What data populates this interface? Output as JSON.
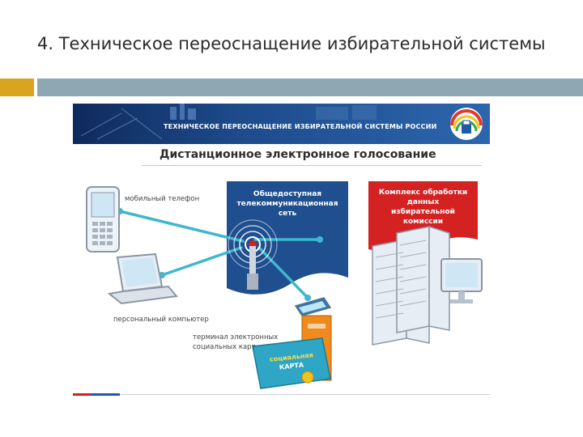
{
  "slide": {
    "title": "4. Техническое переоснащение избирательной системы"
  },
  "figure": {
    "banner_text": "ТЕХНИЧЕСКОЕ ПЕРЕОСНАЩЕНИЕ ИЗБИРАТЕЛЬНОЙ СИСТЕМЫ РОССИИ",
    "subtitle": "Дистанционное электронное голосование",
    "mobile_label": "мобильный телефон",
    "pc_label": "персональный компьютер",
    "network_label_1": "Общедоступная",
    "network_label_2": "телекоммуникационная",
    "network_label_3": "сеть",
    "commission_label_1": "Комплекс обработки",
    "commission_label_2": "данных",
    "commission_label_3": "избирательной",
    "commission_label_4": "комиссии",
    "terminal_label_1": "терминал электронных",
    "terminal_label_2": "социальных карт",
    "card_label_1": "социальная",
    "card_label_2": "КАРТА"
  },
  "colors": {
    "accent": "#d9a521",
    "rule": "#8fa7b2",
    "network_panel": "#1f4f8f",
    "commission_panel": "#d42222",
    "connector": "#3fb7cf"
  }
}
